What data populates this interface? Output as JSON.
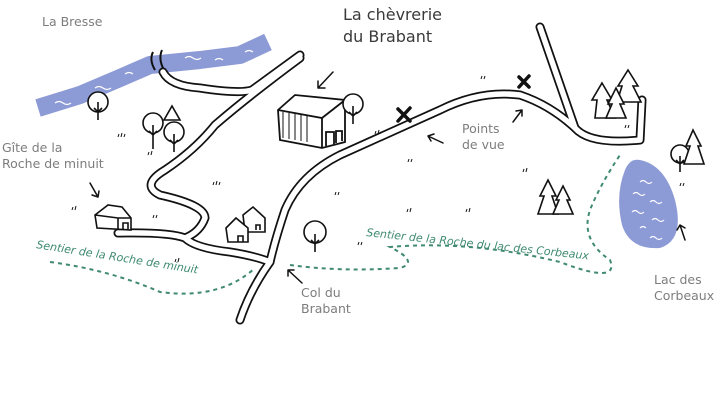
{
  "title": {
    "line1": "La chèvrerie",
    "line2": "du Brabant"
  },
  "labels": {
    "la_bresse": "La Bresse",
    "gite": {
      "line1": "Gîte de la",
      "line2": "Roche de minuit"
    },
    "col": {
      "line1": "Col du",
      "line2": "Brabant"
    },
    "points_de_vue": {
      "line1": "Points",
      "line2": "de vue"
    },
    "lac": {
      "line1": "Lac des",
      "line2": "Corbeaux"
    }
  },
  "trails": {
    "left": "Sentier de la Roche de minuit",
    "right": "Sentier de la Roche du lac des Corbeaux"
  },
  "colors": {
    "water": "#8c9ad6",
    "trail": "#3f8a70",
    "label": "#7d7d7d",
    "ink": "#111111"
  }
}
